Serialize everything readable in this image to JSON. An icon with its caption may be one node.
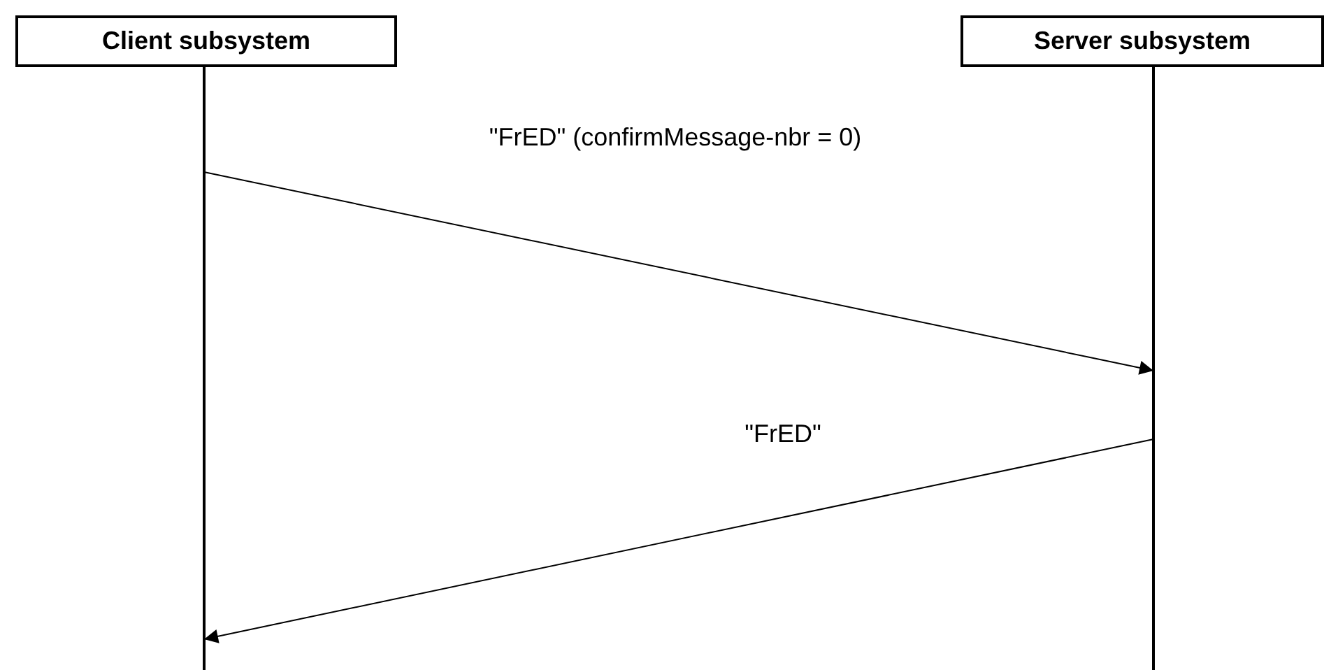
{
  "diagram": {
    "nodes": [
      {
        "text": [
          "Client subsystem"
        ]
      },
      {
        "text": [
          "Server subsystem"
        ]
      }
    ],
    "edges": [
      {
        "from": 0,
        "to": 1,
        "arrow": "to",
        "label": "\"FrED\" (confirmMessage-nbr = 0)"
      },
      {
        "from": 1,
        "to": 0,
        "arrow": "to",
        "label": "\"FrED\""
      }
    ]
  }
}
